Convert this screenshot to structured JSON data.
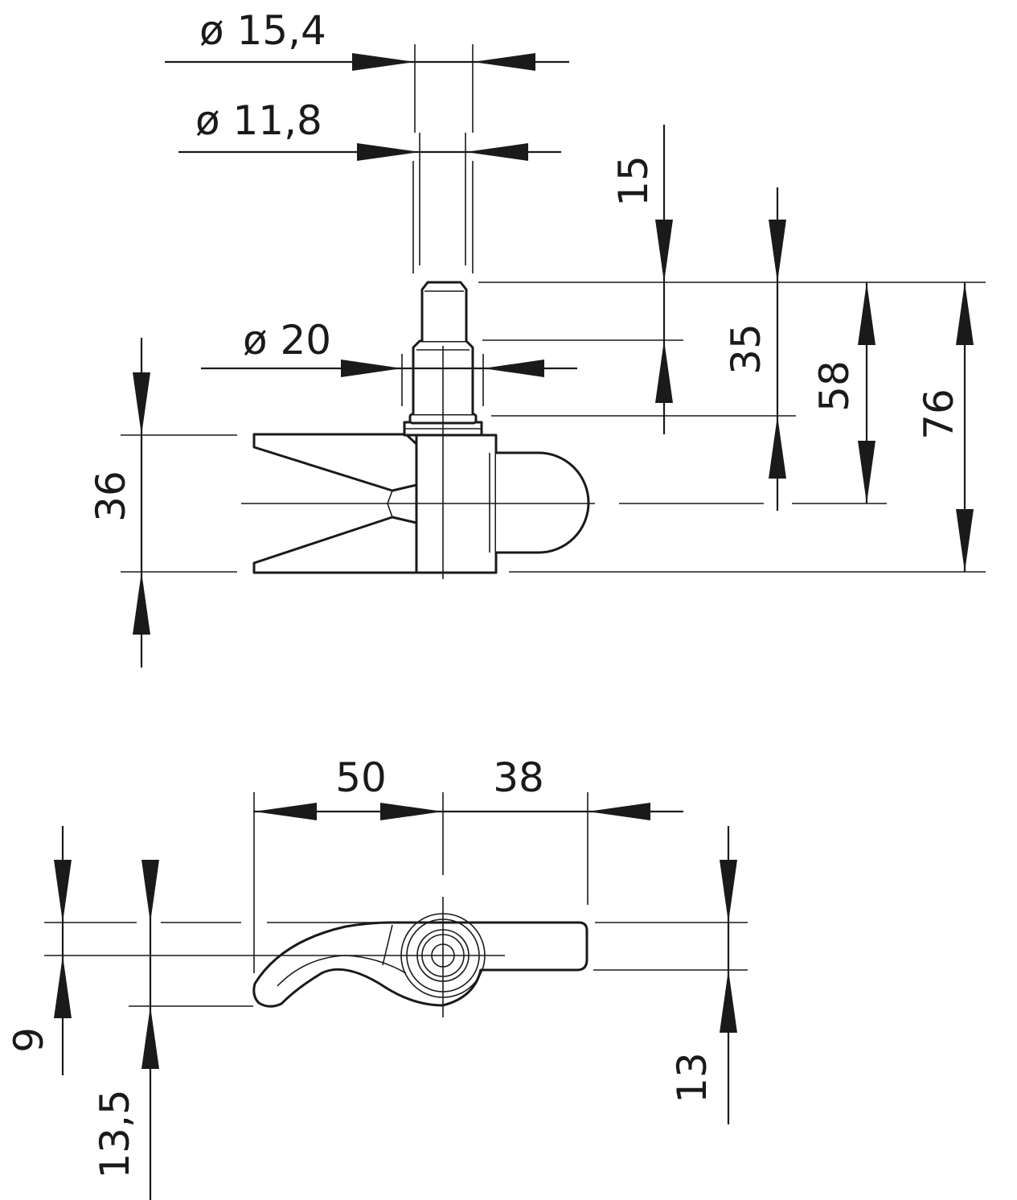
{
  "dimensions": {
    "dia_15_4": "ø 15,4",
    "dia_11_8": "ø 11,8",
    "dia_20": "ø 20",
    "h_15": "15",
    "h_35": "35",
    "h_58": "58",
    "h_76": "76",
    "h_36": "36",
    "w_50": "50",
    "w_38": "38",
    "h_9": "9",
    "h_13_5": "13,5",
    "h_13": "13"
  },
  "colors": {
    "line": "#1a1a1a",
    "background": "#ffffff"
  }
}
